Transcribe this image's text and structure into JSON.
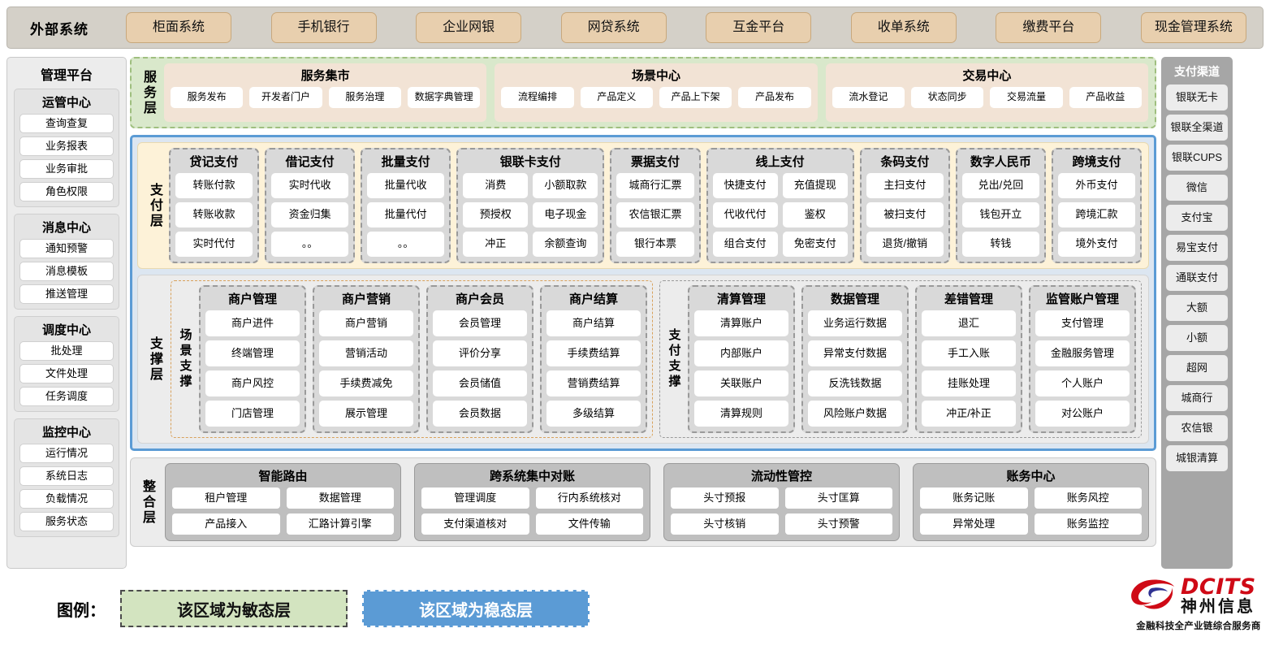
{
  "external": {
    "title": "外部系统",
    "items": [
      "柜面系统",
      "手机银行",
      "企业网银",
      "网贷系统",
      "互金平台",
      "收单系统",
      "缴费平台",
      "现金管理系统"
    ]
  },
  "management": {
    "title": "管理平台",
    "groups": [
      {
        "title": "运管中心",
        "items": [
          "查询查复",
          "业务报表",
          "业务审批",
          "角色权限"
        ]
      },
      {
        "title": "消息中心",
        "items": [
          "通知预警",
          "消息模板",
          "推送管理"
        ]
      },
      {
        "title": "调度中心",
        "items": [
          "批处理",
          "文件处理",
          "任务调度"
        ]
      },
      {
        "title": "监控中心",
        "items": [
          "运行情况",
          "系统日志",
          "负载情况",
          "服务状态"
        ]
      }
    ]
  },
  "channels": {
    "title": "支付渠道",
    "items": [
      "银联无卡",
      "银联全渠道",
      "银联CUPS",
      "微信",
      "支付宝",
      "易宝支付",
      "通联支付",
      "大额",
      "小额",
      "超网",
      "城商行",
      "农信银",
      "城银清算"
    ]
  },
  "service_layer": {
    "label": "服务层",
    "groups": [
      {
        "title": "服务集市",
        "items": [
          "服务发布",
          "开发者门户",
          "服务治理",
          "数据字典管理"
        ]
      },
      {
        "title": "场景中心",
        "items": [
          "流程编排",
          "产品定义",
          "产品上下架",
          "产品发布"
        ]
      },
      {
        "title": "交易中心",
        "items": [
          "流水登记",
          "状态同步",
          "交易流量",
          "产品收益"
        ]
      }
    ]
  },
  "pay_layer": {
    "label": "支付层",
    "groups": [
      {
        "title": "贷记支付",
        "cols": 1,
        "rows": [
          [
            "转账付款"
          ],
          [
            "转账收款"
          ],
          [
            "实时代付"
          ]
        ]
      },
      {
        "title": "借记支付",
        "cols": 1,
        "rows": [
          [
            "实时代收"
          ],
          [
            "资金归集"
          ],
          [
            "。。"
          ]
        ]
      },
      {
        "title": "批量支付",
        "cols": 1,
        "rows": [
          [
            "批量代收"
          ],
          [
            "批量代付"
          ],
          [
            "。。"
          ]
        ]
      },
      {
        "title": "银联卡支付",
        "cols": 2,
        "rows": [
          [
            "消费",
            "小额取款"
          ],
          [
            "预授权",
            "电子现金"
          ],
          [
            "冲正",
            "余额查询"
          ]
        ]
      },
      {
        "title": "票据支付",
        "cols": 1,
        "rows": [
          [
            "城商行汇票"
          ],
          [
            "农信银汇票"
          ],
          [
            "银行本票"
          ]
        ]
      },
      {
        "title": "线上支付",
        "cols": 2,
        "rows": [
          [
            "快捷支付",
            "充值提现"
          ],
          [
            "代收代付",
            "鉴权"
          ],
          [
            "组合支付",
            "免密支付"
          ]
        ]
      },
      {
        "title": "条码支付",
        "cols": 1,
        "rows": [
          [
            "主扫支付"
          ],
          [
            "被扫支付"
          ],
          [
            "退货/撤销"
          ]
        ]
      },
      {
        "title": "数字人民币",
        "cols": 1,
        "rows": [
          [
            "兑出/兑回"
          ],
          [
            "钱包开立"
          ],
          [
            "转钱"
          ]
        ]
      },
      {
        "title": "跨境支付",
        "cols": 1,
        "rows": [
          [
            "外币支付"
          ],
          [
            "跨境汇款"
          ],
          [
            "境外支付"
          ]
        ]
      }
    ]
  },
  "support_layer": {
    "label": "支撑层",
    "zones": [
      {
        "label": "场景支撑",
        "groups": [
          {
            "title": "商户管理",
            "items": [
              "商户进件",
              "终端管理",
              "商户风控",
              "门店管理"
            ]
          },
          {
            "title": "商户营销",
            "items": [
              "商户营销",
              "营销活动",
              "手续费减免",
              "展示管理"
            ]
          },
          {
            "title": "商户会员",
            "items": [
              "会员管理",
              "评价分享",
              "会员储值",
              "会员数据"
            ]
          },
          {
            "title": "商户结算",
            "items": [
              "商户结算",
              "手续费结算",
              "营销费结算",
              "多级结算"
            ]
          }
        ]
      },
      {
        "label": "支付支撑",
        "groups": [
          {
            "title": "清算管理",
            "items": [
              "清算账户",
              "内部账户",
              "关联账户",
              "清算规则"
            ]
          },
          {
            "title": "数据管理",
            "items": [
              "业务运行数据",
              "异常支付数据",
              "反洗钱数据",
              "风险账户数据"
            ]
          },
          {
            "title": "差错管理",
            "items": [
              "退汇",
              "手工入账",
              "挂账处理",
              "冲正/补正"
            ]
          },
          {
            "title": "监管账户管理",
            "items": [
              "支付管理",
              "金融服务管理",
              "个人账户",
              "对公账户"
            ]
          }
        ]
      }
    ]
  },
  "integration_layer": {
    "label": "整合层",
    "groups": [
      {
        "title": "智能路由",
        "rows": [
          [
            "租户管理",
            "数据管理"
          ],
          [
            "产品接入",
            "汇路计算引擎"
          ]
        ]
      },
      {
        "title": "跨系统集中对账",
        "rows": [
          [
            "管理调度",
            "行内系统核对"
          ],
          [
            "支付渠道核对",
            "文件传输"
          ]
        ]
      },
      {
        "title": "流动性管控",
        "rows": [
          [
            "头寸预报",
            "头寸匡算"
          ],
          [
            "头寸核销",
            "头寸预警"
          ]
        ]
      },
      {
        "title": "账务中心",
        "rows": [
          [
            "账务记账",
            "账务风控"
          ],
          [
            "异常处理",
            "账务监控"
          ]
        ]
      }
    ]
  },
  "legend": {
    "label": "图例：",
    "agile": "该区域为敏态层",
    "stable": "该区域为稳态层",
    "agile_color": "#d3e4c0",
    "stable_color": "#5b9bd5"
  },
  "logo": {
    "brand": "DCITS",
    "brand_cn": "神州信息",
    "tagline": "金融科技全产业链综合服务商",
    "color": "#cf0a16"
  }
}
